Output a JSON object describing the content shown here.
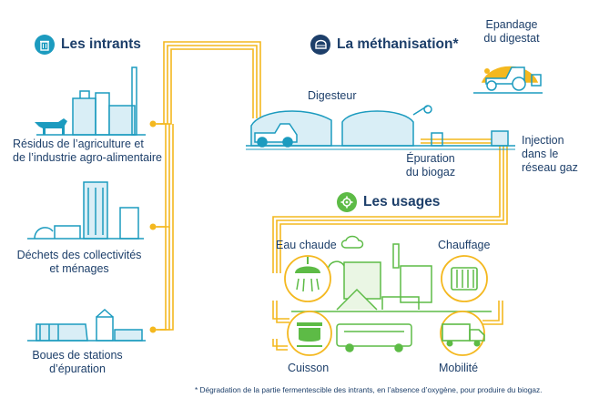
{
  "sections": {
    "intrants": {
      "title": "Les intrants",
      "icon": "trash-bin-icon"
    },
    "methanisation": {
      "title": "La méthanisation",
      "asterisk": "*",
      "icon": "dome-icon"
    },
    "usages": {
      "title": "Les usages",
      "icon": "gear-icon"
    }
  },
  "inputs": {
    "agriculture": {
      "line1": "Résidus de l’agriculture et",
      "line2": "de l’industrie agro-alimentaire"
    },
    "collectivites": {
      "line1": "Déchets des collectivités",
      "line2": "et ménages"
    },
    "stations": {
      "line1": "Boues de stations",
      "line2": "d’épuration"
    }
  },
  "process": {
    "digesteur": "Digesteur",
    "epandage": {
      "line1": "Epandage",
      "line2": "du digestat"
    },
    "epuration": {
      "line1": "Épuration",
      "line2": "du biogaz"
    },
    "injection": {
      "line1": "Injection",
      "line2": "dans le",
      "line3": "réseau gaz"
    }
  },
  "usages": {
    "eau_chaude": "Eau chaude",
    "chauffage": "Chauffage",
    "cuisson": "Cuisson",
    "mobilite": "Mobilité"
  },
  "footnote": "* Dégradation de la partie fermentescible des intrants, en l’absence d’oxygène, pour produire du biogaz.",
  "colors": {
    "navy": "#1d3f6a",
    "teal": "#1c9bbf",
    "green": "#5dbb46",
    "yellow": "#f4b81f"
  }
}
